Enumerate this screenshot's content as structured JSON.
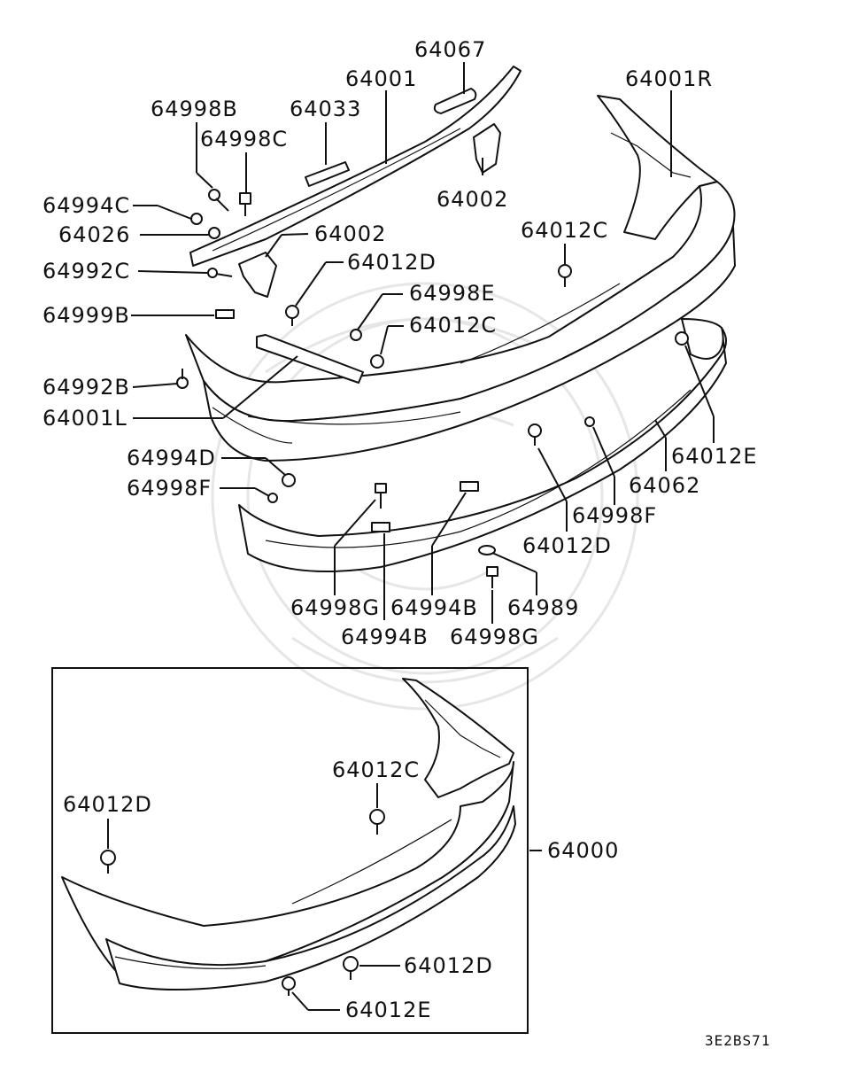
{
  "diagram_code": "3E2BS71",
  "labels": {
    "p64067": "64067",
    "p64001": "64001",
    "p64001R": "64001R",
    "p64998B": "64998B",
    "p64033": "64033",
    "p64998C": "64998C",
    "p64002a": "64002",
    "p64994C": "64994C",
    "p64026": "64026",
    "p64002b": "64002",
    "p64012Ca": "64012C",
    "p64992C": "64992C",
    "p64012Da": "64012D",
    "p64998E": "64998E",
    "p64999B": "64999B",
    "p64012Cb": "64012C",
    "p64992B": "64992B",
    "p64001L": "64001L",
    "p64012Ea": "64012E",
    "p64994Da": "64994D",
    "p64062": "64062",
    "p64998Fa": "64998F",
    "p64998Fb": "64998F",
    "p64012Db": "64012D",
    "p64998Ga": "64998G",
    "p64994Ba": "64994B",
    "p64989": "64989",
    "p64994Bb": "64994B",
    "p64998Gb": "64998G",
    "p64012Cc": "64012C",
    "p64012Dc": "64012D",
    "p64000": "64000",
    "p64012Dd": "64012D",
    "p64012Eb": "64012E"
  }
}
